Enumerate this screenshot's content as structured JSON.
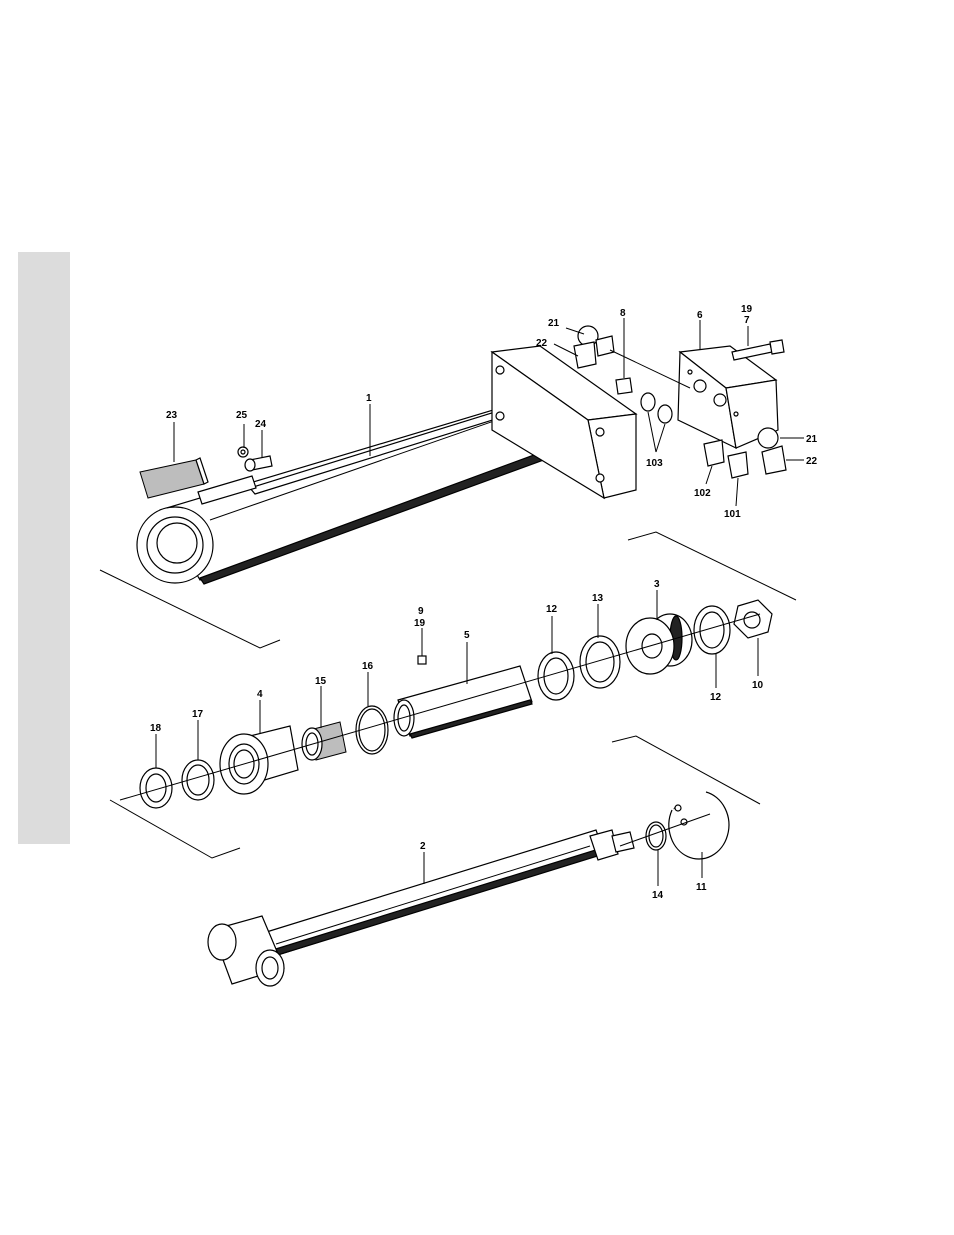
{
  "figure": {
    "style": "exploded-view line drawing",
    "accent_color": "#000000",
    "sidebar_color": "#dcdcdc",
    "callouts": [
      {
        "id": "c-21a",
        "text": "21"
      },
      {
        "id": "c-22a",
        "text": "22"
      },
      {
        "id": "c-8",
        "text": "8"
      },
      {
        "id": "c-6",
        "text": "6"
      },
      {
        "id": "c-19a",
        "text": "19"
      },
      {
        "id": "c-7",
        "text": "7"
      },
      {
        "id": "c-21b",
        "text": "21"
      },
      {
        "id": "c-22b",
        "text": "22"
      },
      {
        "id": "c-103",
        "text": "103"
      },
      {
        "id": "c-102",
        "text": "102"
      },
      {
        "id": "c-101",
        "text": "101"
      },
      {
        "id": "c-1",
        "text": "1"
      },
      {
        "id": "c-23",
        "text": "23"
      },
      {
        "id": "c-25",
        "text": "25"
      },
      {
        "id": "c-24",
        "text": "24"
      },
      {
        "id": "c-9",
        "text": "9"
      },
      {
        "id": "c-19b",
        "text": "19"
      },
      {
        "id": "c-5",
        "text": "5"
      },
      {
        "id": "c-16",
        "text": "16"
      },
      {
        "id": "c-15",
        "text": "15"
      },
      {
        "id": "c-4",
        "text": "4"
      },
      {
        "id": "c-17",
        "text": "17"
      },
      {
        "id": "c-18",
        "text": "18"
      },
      {
        "id": "c-12a",
        "text": "12"
      },
      {
        "id": "c-13",
        "text": "13"
      },
      {
        "id": "c-3",
        "text": "3"
      },
      {
        "id": "c-12b",
        "text": "12"
      },
      {
        "id": "c-10",
        "text": "10"
      },
      {
        "id": "c-2",
        "text": "2"
      },
      {
        "id": "c-14",
        "text": "14"
      },
      {
        "id": "c-11",
        "text": "11"
      }
    ]
  }
}
